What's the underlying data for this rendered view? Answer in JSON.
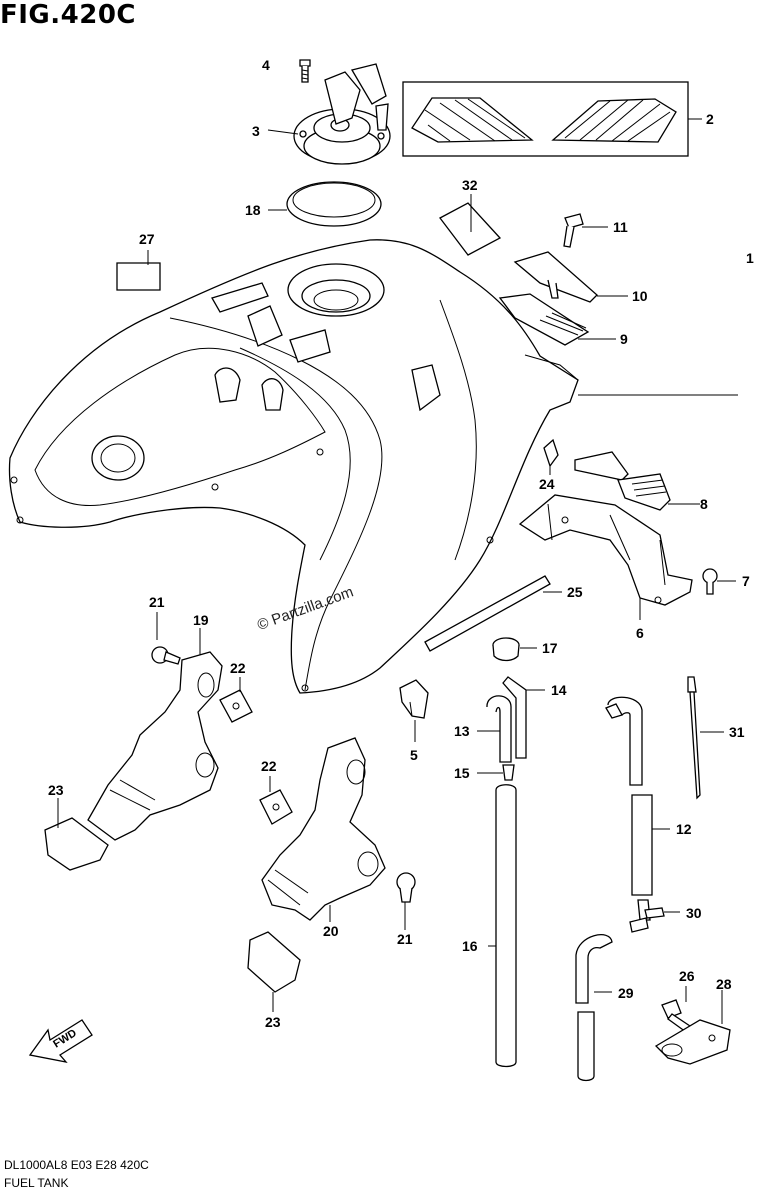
{
  "figure": {
    "title": "FIG.420C"
  },
  "watermark": "© Partzilla.com",
  "footer": {
    "code": "DL1000AL8  E03  E28  420C",
    "name": "FUEL TANK"
  },
  "fwd_label": "FWD",
  "callouts": {
    "c1": "1",
    "c2": "2",
    "c3": "3",
    "c4": "4",
    "c5": "5",
    "c6": "6",
    "c7": "7",
    "c8": "8",
    "c9": "9",
    "c10": "10",
    "c11": "11",
    "c12": "12",
    "c13": "13",
    "c14": "14",
    "c15": "15",
    "c16": "16",
    "c17": "17",
    "c18": "18",
    "c19": "19",
    "c20": "20",
    "c21a": "21",
    "c21b": "21",
    "c22a": "22",
    "c22b": "22",
    "c23a": "23",
    "c23b": "23",
    "c24": "24",
    "c25": "25",
    "c26": "26",
    "c27": "27",
    "c28": "28",
    "c29": "29",
    "c30": "30",
    "c31": "31",
    "c32": "32"
  }
}
